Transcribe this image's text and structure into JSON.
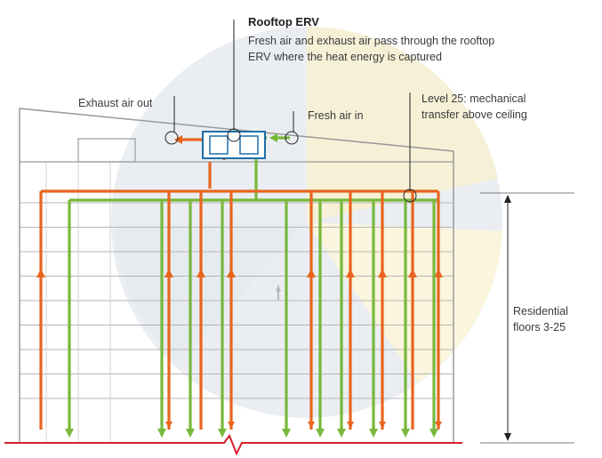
{
  "labels": {
    "erv_title": "Rooftop ERV",
    "erv_desc_line1": "Fresh air and exhaust air pass through the rooftop",
    "erv_desc_line2": "ERV where the heat energy is captured",
    "exhaust": "Exhaust air out",
    "fresh": "Fresh air in",
    "level_line1": "Level 25: mechanical",
    "level_line2": "transfer above ceiling",
    "floors_line1": "Residential",
    "floors_line2": "floors 3-25"
  },
  "colors": {
    "fresh_air": "#78b83a",
    "exhaust_air": "#e8651f",
    "erv_outline": "#1f6fa8",
    "ground_line": "#d9202a",
    "building_line": "#9a9a9a",
    "watermark_blue": "#e3e9ee",
    "watermark_yellow": "#fbf5d8"
  },
  "icons": [
    "erv-unit-icon",
    "callout-circle-icon",
    "arrow-icon"
  ]
}
